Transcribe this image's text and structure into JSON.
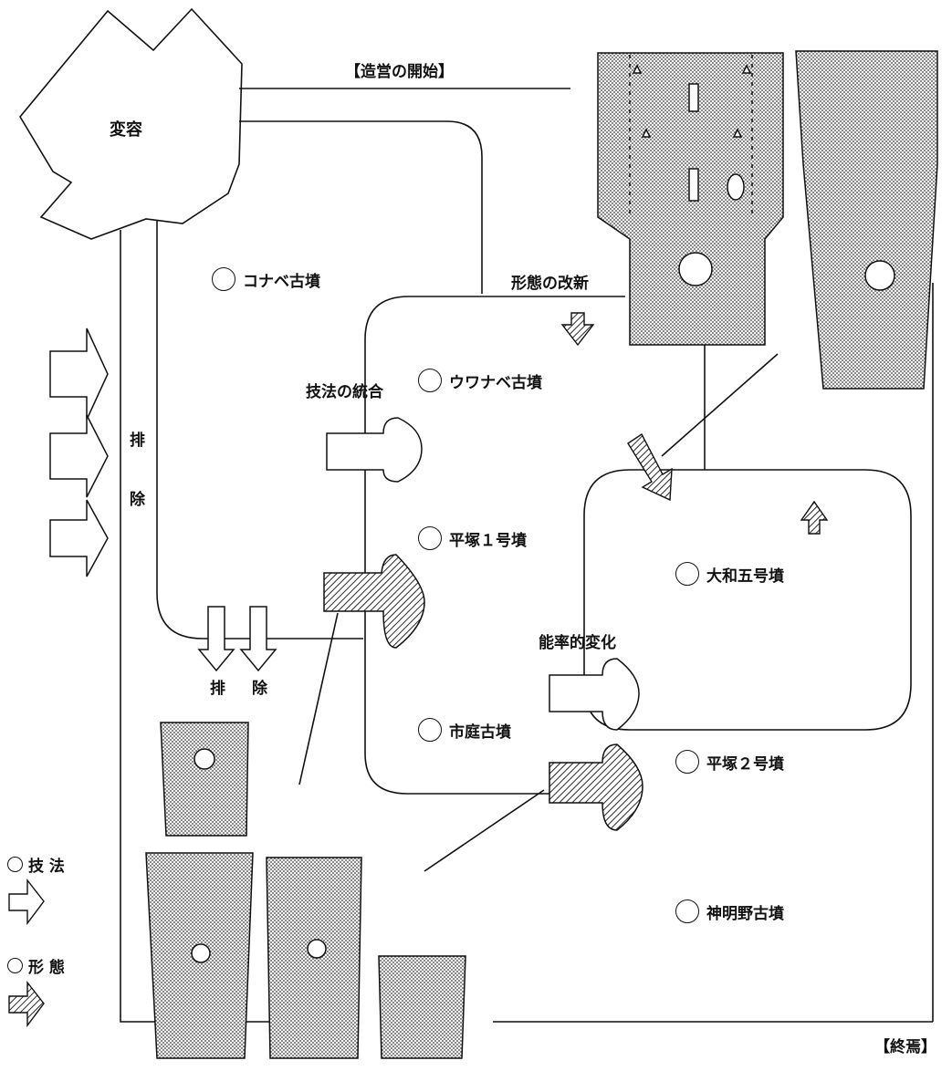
{
  "title_start": "【造営の開始】",
  "title_end": "【終焉】",
  "transformation": "変容",
  "exclusion_vertical": [
    "排",
    "除"
  ],
  "exclusion_bottom": [
    "排",
    "除"
  ],
  "form_innovation": "形態の改新",
  "technique_integration": "技法の統合",
  "efficient_change": "能率的変化",
  "tombs_stage1": [
    "コナベ古墳"
  ],
  "tombs_stage2": [
    "ウワナベ古墳",
    "平塚１号墳",
    "市庭古墳"
  ],
  "tombs_stage3": [
    "大和五号墳",
    "平塚２号墳",
    "神明野古墳"
  ],
  "legend": {
    "technique": "技 法",
    "form": "形 態"
  },
  "colors": {
    "line": "#111111",
    "dotted_fill": "#bdbdbd",
    "hatched_fill": "#555555"
  }
}
